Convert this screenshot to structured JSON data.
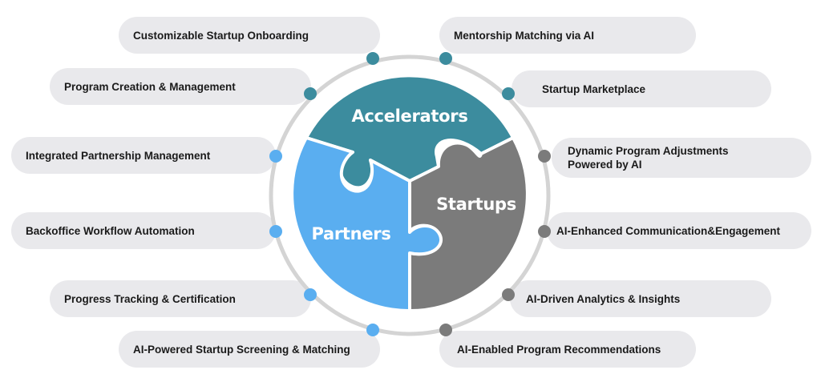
{
  "pieces": {
    "accelerators": {
      "label": "Accelerators",
      "color": "#3c8c9e"
    },
    "startups": {
      "label": "Startups",
      "color": "#7b7b7b"
    },
    "partners": {
      "label": "Partners",
      "color": "#5aaef0"
    }
  },
  "ring_color": "#d4d4d4",
  "pill_color": "#e9e9ec",
  "features_left": [
    {
      "label": "Customizable Startup Onboarding",
      "dot_color": "#3c8c9e"
    },
    {
      "label": "Program Creation & Management",
      "dot_color": "#3c8c9e"
    },
    {
      "label": "Integrated Partnership Management",
      "dot_color": "#5aaef0"
    },
    {
      "label": "Backoffice Workflow Automation",
      "dot_color": "#5aaef0"
    },
    {
      "label": "Progress Tracking & Certification",
      "dot_color": "#5aaef0"
    },
    {
      "label": "AI-Powered Startup Screening & Matching",
      "dot_color": "#5aaef0"
    }
  ],
  "features_right": [
    {
      "label": "Mentorship Matching via AI",
      "dot_color": "#3c8c9e"
    },
    {
      "label": "Startup Marketplace",
      "dot_color": "#3c8c9e"
    },
    {
      "label": "Dynamic Program Adjustments\nPowered by AI",
      "dot_color": "#7b7b7b"
    },
    {
      "label": "AI-Enhanced Communication&Engagement",
      "dot_color": "#7b7b7b"
    },
    {
      "label": "AI-Driven Analytics & Insights",
      "dot_color": "#7b7b7b"
    },
    {
      "label": "AI-Enabled Program Recommendations",
      "dot_color": "#7b7b7b"
    }
  ]
}
